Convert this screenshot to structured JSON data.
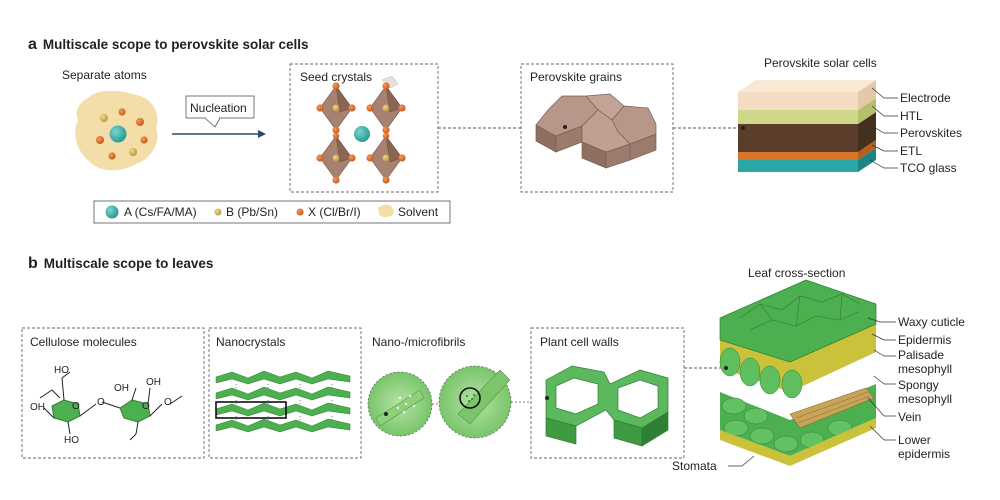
{
  "panel_a": {
    "letter": "a",
    "title": "Multiscale scope to perovskite solar cells",
    "separate_atoms": "Separate atoms",
    "nucleation": "Nucleation",
    "seed_crystals": "Seed crystals",
    "perovskite_grains": "Perovskite grains",
    "solar_cells_title": "Perovskite solar cells",
    "layers": [
      "Electrode",
      "HTL",
      "Perovskites",
      "ETL",
      "TCO glass"
    ],
    "legend": {
      "a_label": "A (Cs/FA/MA)",
      "b_label": "B (Pb/Sn)",
      "x_label": "X (Cl/Br/I)",
      "solvent_label": "Solvent"
    }
  },
  "panel_b": {
    "letter": "b",
    "title": "Multiscale scope to leaves",
    "cellulose": "Cellulose molecules",
    "nanocrystals": "Nanocrystals",
    "fibrils": "Nano-/microfibrils",
    "cell_walls": "Plant cell walls",
    "leaf_title": "Leaf cross-section",
    "molecule_labels": [
      "HO",
      "OH",
      "HO",
      "OH",
      "O",
      "O",
      "O",
      "OH",
      "O"
    ],
    "leaf_layers": [
      "Waxy cuticle",
      "Epidermis",
      "Palisade",
      "mesophyll",
      "Spongy",
      "mesophyll",
      "Vein",
      "Lower",
      "epidermis"
    ],
    "stomata": "Stomata"
  },
  "colors": {
    "atom_a": "#1f9a93",
    "atom_b": "#c4a64a",
    "atom_x": "#c8561c",
    "solvent": "#f3deaa",
    "octahedron": "#a88270",
    "grain": "#b08f80",
    "electrode": "#f3dcc2",
    "htl": "#cfd88a",
    "perovskite_layer": "#5a3e2b",
    "etl": "#d9742a",
    "tco_glass": "#2aa6a6",
    "leaf_green": "#4caf50",
    "leaf_yellow": "#c9c23a"
  }
}
